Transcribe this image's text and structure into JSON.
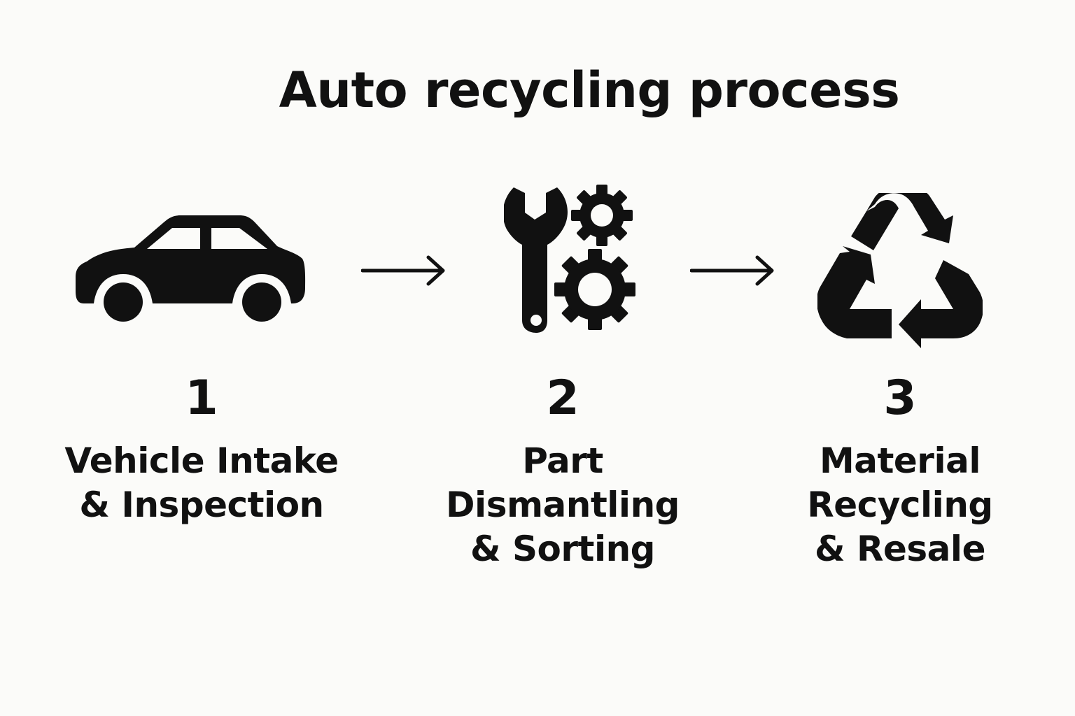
{
  "title": "Auto recycling process",
  "steps": [
    {
      "number": "1",
      "label_lines": [
        "Vehicle Intake",
        "& Inspection"
      ],
      "icon": "car-icon"
    },
    {
      "number": "2",
      "label_lines": [
        "Part",
        "Dismantling",
        "& Sorting"
      ],
      "icon": "wrench-gears-icon"
    },
    {
      "number": "3",
      "label_lines": [
        "Material",
        "Recycling",
        "& Resale"
      ],
      "icon": "recycle-icon"
    }
  ],
  "colors": {
    "background": "#fbfbf9",
    "ink": "#111111"
  }
}
